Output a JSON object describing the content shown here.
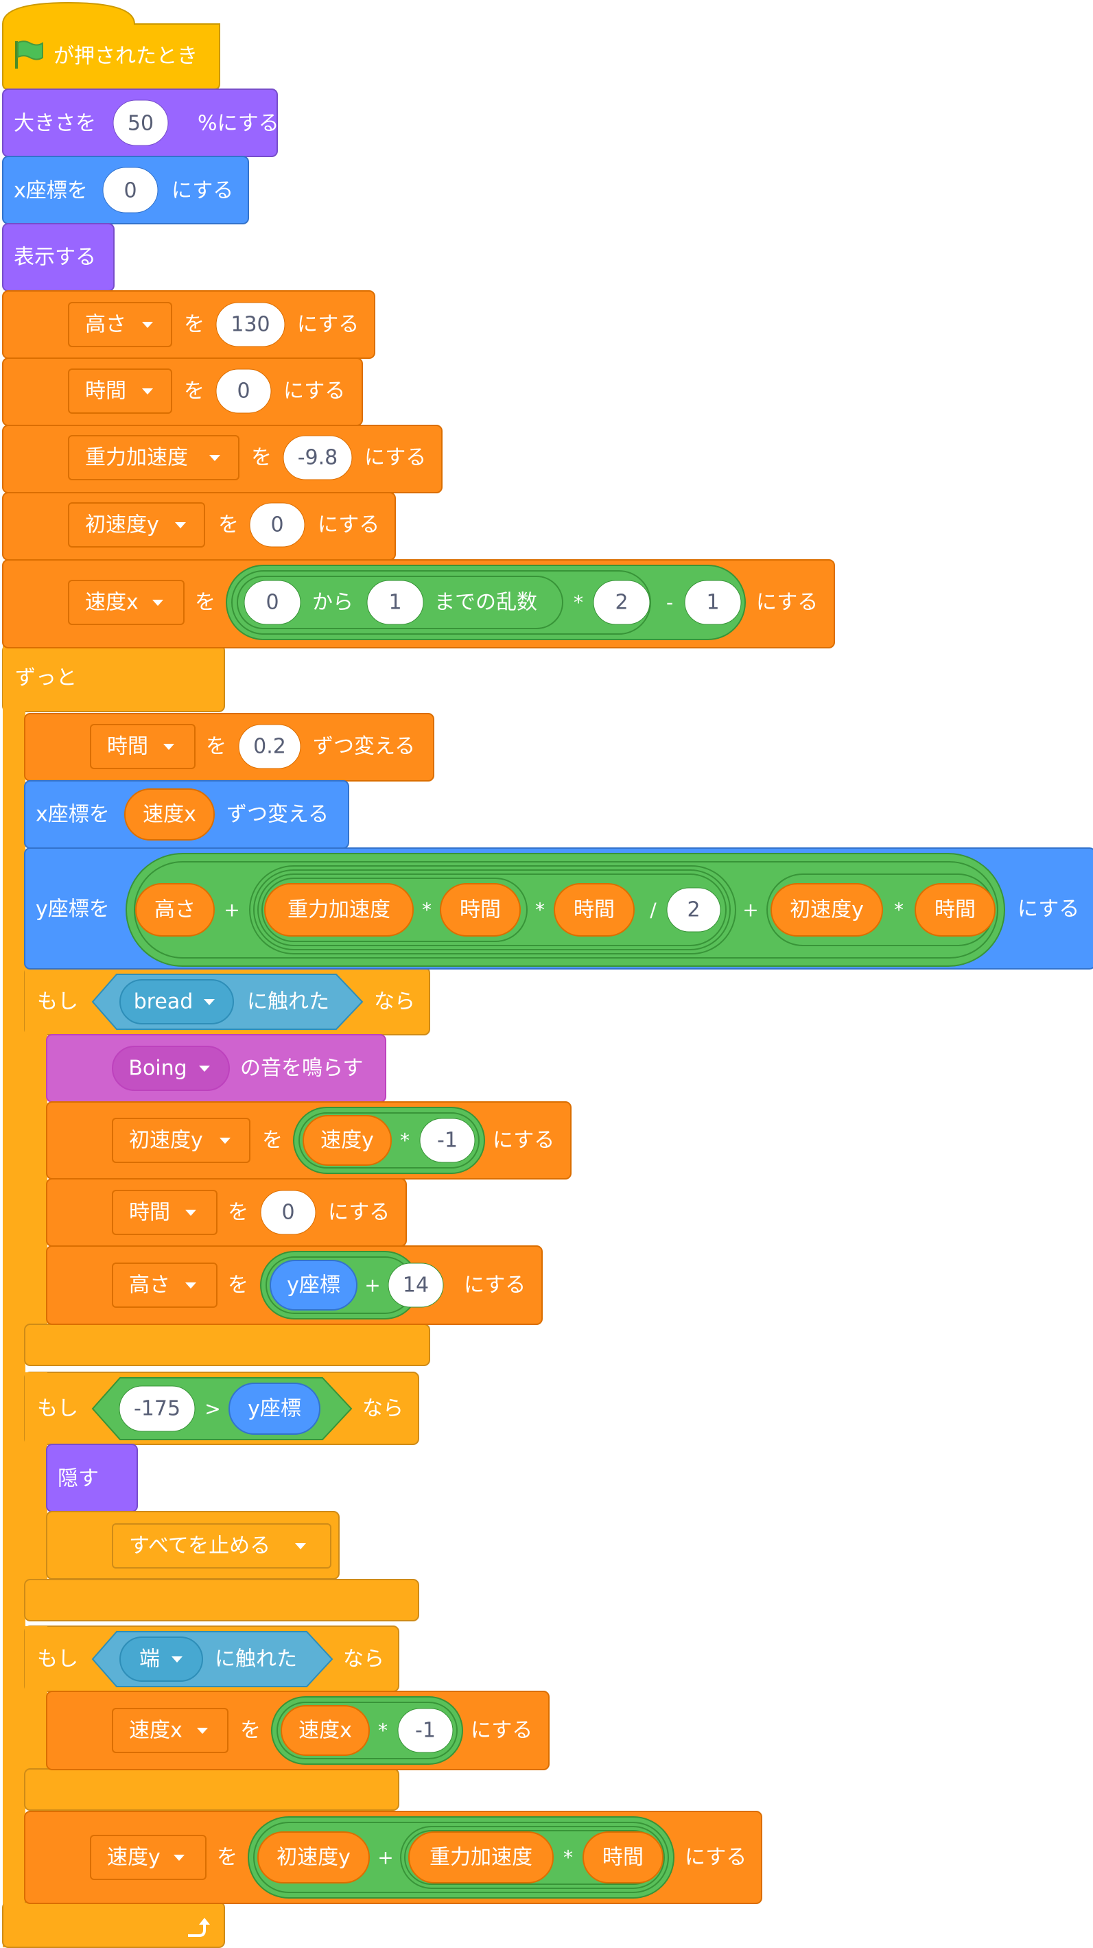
{
  "script": {
    "hat": {
      "flag_icon": "green-flag-icon",
      "label": "が押されたとき"
    },
    "set_size": {
      "label1": "大きさを",
      "value": "50",
      "label2": "%にする"
    },
    "set_x": {
      "label1": "x座標を",
      "value": "0",
      "label2": "にする"
    },
    "show": {
      "label": "表示する"
    },
    "init_vars": [
      {
        "var": "高さ",
        "op": "を",
        "value": "130",
        "suffix": "にする"
      },
      {
        "var": "時間",
        "op": "を",
        "value": "0",
        "suffix": "にする"
      },
      {
        "var": "重力加速度",
        "op": "を",
        "value": "-9.8",
        "suffix": "にする"
      },
      {
        "var": "初速度y",
        "op": "を",
        "value": "0",
        "suffix": "にする"
      }
    ],
    "set_velx": {
      "var": "速度x",
      "op": "を",
      "rand_from": "0",
      "kara": "から",
      "rand_to": "1",
      "made": "までの乱数",
      "mul": "*",
      "mul_val": "2",
      "minus": "-",
      "minus_val": "1",
      "suffix": "にする"
    },
    "forever": {
      "label": "ずっと"
    },
    "change_time": {
      "var": "時間",
      "op": "を",
      "value": "0.2",
      "suffix": "ずつ変える"
    },
    "change_x": {
      "label1": "x座標を",
      "reporter": "速度x",
      "label2": "ずつ変える"
    },
    "set_y": {
      "label1": "y座標を",
      "height": "高さ",
      "plus1": "+",
      "gravity": "重力加速度",
      "mul1": "*",
      "time1": "時間",
      "mul2": "*",
      "time2": "時間",
      "div": "/",
      "two": "2",
      "plus2": "+",
      "vy0": "初速度y",
      "mul3": "*",
      "time3": "時間",
      "label2": "にする"
    },
    "if_bread": {
      "if_label": "もし",
      "sprite": "bread",
      "touching": "に触れた",
      "then": "なら",
      "sound": {
        "name": "Boing",
        "label": "の音を鳴らす"
      },
      "set_vy0": {
        "var": "初速度y",
        "op": "を",
        "reporter": "速度y",
        "mul": "*",
        "value": "-1",
        "suffix": "にする"
      },
      "set_time": {
        "var": "時間",
        "op": "を",
        "value": "0",
        "suffix": "にする"
      },
      "set_height": {
        "var": "高さ",
        "op": "を",
        "reporter": "y座標",
        "plus": "+",
        "value": "14",
        "suffix": "にする"
      }
    },
    "if_fall": {
      "if_label": "もし",
      "left": "-175",
      "gt": ">",
      "right": "y座標",
      "then": "なら",
      "hide": "隠す",
      "stop": "すべてを止める"
    },
    "if_edge": {
      "if_label": "もし",
      "edge": "端",
      "touching": "に触れた",
      "then": "なら",
      "set_velx": {
        "var": "速度x",
        "op": "を",
        "reporter": "速度x",
        "mul": "*",
        "value": "-1",
        "suffix": "にする"
      }
    },
    "set_vely": {
      "var": "速度y",
      "op": "を",
      "vy0": "初速度y",
      "plus": "+",
      "gravity": "重力加速度",
      "mul": "*",
      "time": "時間",
      "suffix": "にする"
    },
    "loop_arrow_icon": "loop-arrow-icon",
    "dropdown_icon": "dropdown-arrow-icon"
  },
  "colors": {
    "events": "#ffbf00",
    "looks": "#9966ff",
    "motion": "#4c97ff",
    "variables": "#ff8c1a",
    "control": "#ffab19",
    "operators": "#59c059",
    "sensing": "#5cb1d6",
    "sound": "#cf63cf",
    "value_text": "#575e75"
  }
}
